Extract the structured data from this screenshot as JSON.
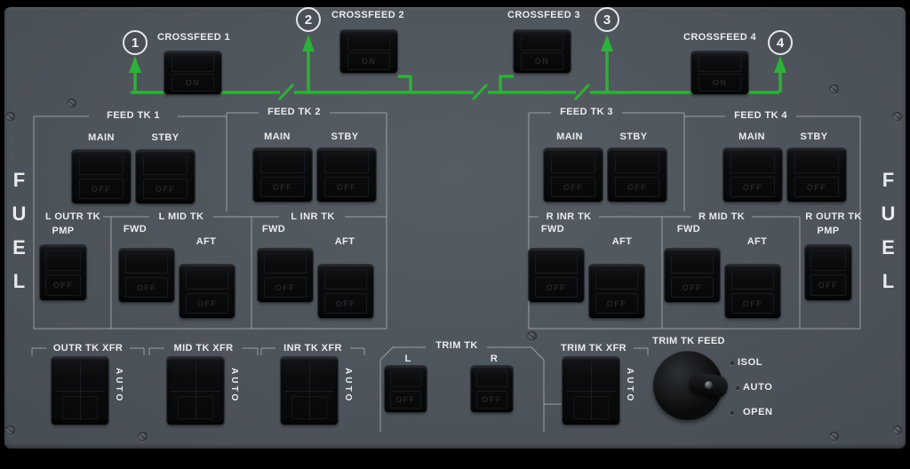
{
  "colors": {
    "accent_green": "#2db137",
    "panel": "#4f555c"
  },
  "side_labels": {
    "left": "FUEL",
    "right": "FUEL"
  },
  "crossfeeds": [
    {
      "num": "1",
      "label": "CROSSFEED 1",
      "face": "ON"
    },
    {
      "num": "2",
      "label": "CROSSFEED 2",
      "face": "ON"
    },
    {
      "num": "3",
      "label": "CROSSFEED 3",
      "face": "ON"
    },
    {
      "num": "4",
      "label": "CROSSFEED 4",
      "face": "ON"
    }
  ],
  "feed_tanks": [
    {
      "label": "FEED TK 1",
      "main": "MAIN",
      "stby": "STBY",
      "main_face": "OFF",
      "stby_face": "OFF"
    },
    {
      "label": "FEED TK 2",
      "main": "MAIN",
      "stby": "STBY",
      "main_face": "OFF",
      "stby_face": "OFF"
    },
    {
      "label": "FEED TK 3",
      "main": "MAIN",
      "stby": "STBY",
      "main_face": "OFF",
      "stby_face": "OFF"
    },
    {
      "label": "FEED TK 4",
      "main": "MAIN",
      "stby": "STBY",
      "main_face": "OFF",
      "stby_face": "OFF"
    }
  ],
  "tank_sections": [
    {
      "label": "L OUTR TK",
      "sub": "PMP",
      "face": "OFF"
    },
    {
      "label": "L MID TK",
      "fwd": "FWD",
      "aft": "AFT",
      "fwd_face": "OFF",
      "aft_face": "OFF"
    },
    {
      "label": "L INR TK",
      "fwd": "FWD",
      "aft": "AFT",
      "fwd_face": "OFF",
      "aft_face": "OFF"
    },
    {
      "label": "R INR TK",
      "fwd": "FWD",
      "aft": "AFT",
      "fwd_face": "OFF",
      "aft_face": "OFF"
    },
    {
      "label": "R MID TK",
      "fwd": "FWD",
      "aft": "AFT",
      "fwd_face": "OFF",
      "aft_face": "OFF"
    },
    {
      "label": "R OUTR TK",
      "sub": "PMP",
      "face": "OFF"
    }
  ],
  "transfer": [
    {
      "label": "OUTR TK XFR",
      "auto": "AUTO",
      "face": ""
    },
    {
      "label": "MID TK XFR",
      "auto": "AUTO",
      "face": ""
    },
    {
      "label": "INR TK XFR",
      "auto": "AUTO",
      "face": ""
    }
  ],
  "trim_tank": {
    "label": "TRIM TK",
    "l": "L",
    "r": "R",
    "l_face": "OFF",
    "r_face": "OFF"
  },
  "trim_xfr": {
    "label": "TRIM TK XFR",
    "auto": "AUTO",
    "face": ""
  },
  "trim_feed": {
    "label": "TRIM TK FEED",
    "positions": [
      "ISOL",
      "AUTO",
      "OPEN"
    ]
  }
}
